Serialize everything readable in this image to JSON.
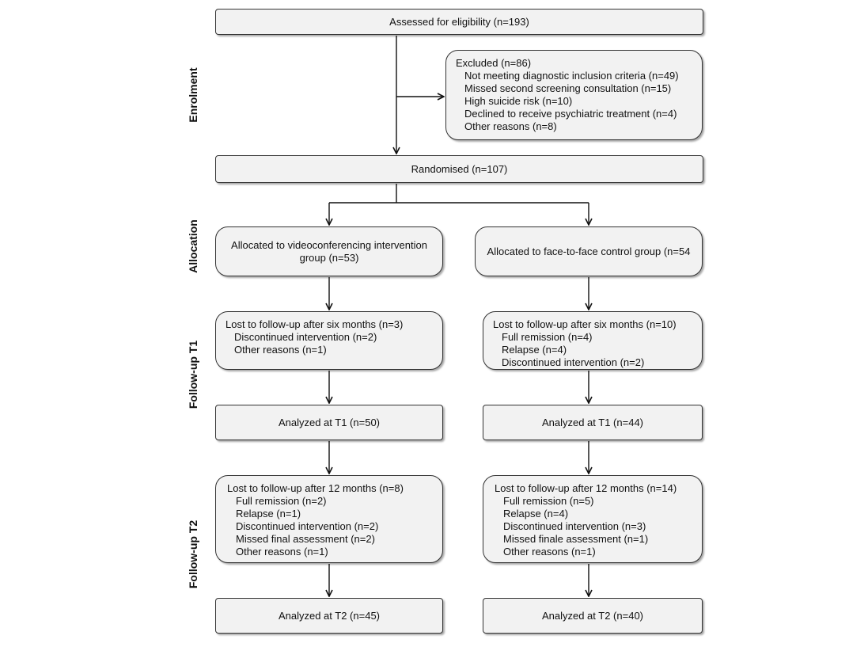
{
  "stages": {
    "enrolment": "Enrolment",
    "allocation": "Allocation",
    "followup_t1": "Follow-up T1",
    "followup_t2": "Follow-up T2"
  },
  "assessed": "Assessed for eligibility (n=193)",
  "excluded": {
    "title": "Excluded (n=86)",
    "items": [
      "Not meeting diagnostic inclusion criteria (n=49)",
      "Missed second screening consultation (n=15)",
      "High suicide risk (n=10)",
      "Declined to receive psychiatric  treatment (n=4)",
      "Other reasons (n=8)"
    ]
  },
  "randomised": "Randomised (n=107)",
  "left": {
    "allocated": "Allocated to videoconferencing intervention group (n=53)",
    "lost_t1": {
      "title": "Lost to follow-up after six months (n=3)",
      "items": [
        "Discontinued intervention (n=2)",
        "Other reasons (n=1)"
      ]
    },
    "analyzed_t1": "Analyzed at T1 (n=50)",
    "lost_t2": {
      "title": "Lost to follow-up after 12 months (n=8)",
      "items": [
        "Full remission (n=2)",
        "Relapse (n=1)",
        "Discontinued intervention (n=2)",
        "Missed final assessment (n=2)",
        "Other reasons (n=1)"
      ]
    },
    "analyzed_t2": "Analyzed at T2 (n=45)"
  },
  "right": {
    "allocated": "Allocated to face-to-face control group (n=54",
    "lost_t1": {
      "title": "Lost to follow-up after six months (n=10)",
      "items": [
        "Full remission (n=4)",
        "Relapse (n=4)",
        "Discontinued intervention (n=2)"
      ]
    },
    "analyzed_t1": "Analyzed at T1 (n=44)",
    "lost_t2": {
      "title": "Lost to follow-up after 12 months (n=14)",
      "items": [
        "Full remission (n=5)",
        "Relapse (n=4)",
        "Discontinued intervention (n=3)",
        "Missed finale assessment (n=1)",
        "Other reasons (n=1)"
      ]
    },
    "analyzed_t2": "Analyzed at T2 (n=40)"
  }
}
